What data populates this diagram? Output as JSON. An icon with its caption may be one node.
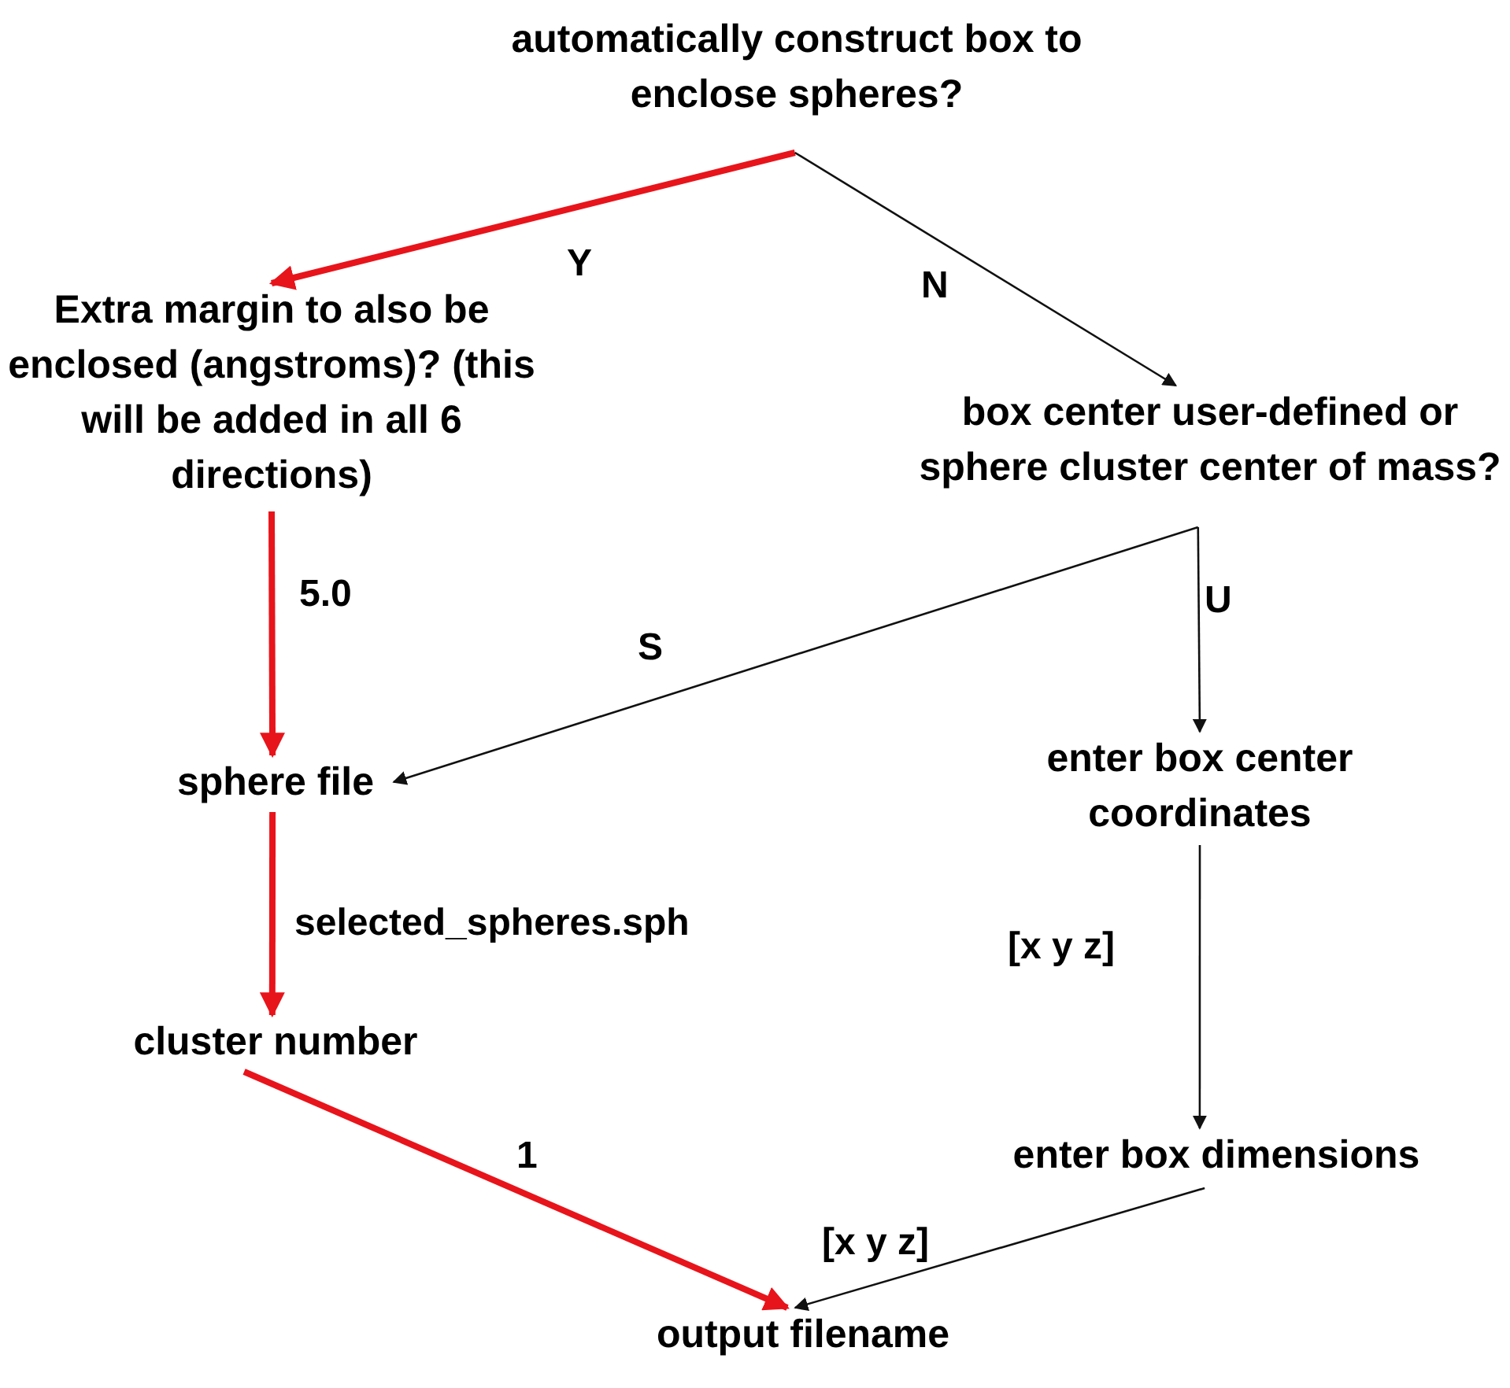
{
  "diagram": {
    "nodes": [
      {
        "text": [
          "automatically construct box to enclose spheres?"
        ]
      },
      {
        "text": [
          "Extra margin to also be enclosed (angstroms)? (this will be added in all 6 directions)"
        ]
      },
      {
        "text": [
          "box center user-defined or sphere cluster center of mass?"
        ]
      },
      {
        "text": [
          "sphere file"
        ]
      },
      {
        "text": [
          "enter box center coordinates"
        ]
      },
      {
        "text": [
          "cluster number"
        ]
      },
      {
        "text": [
          "enter box dimensions"
        ]
      },
      {
        "text": [
          "output filename"
        ]
      }
    ],
    "edges": [
      {
        "from": 0,
        "to": 1,
        "arrow": "to",
        "label": "Y",
        "style": "thick",
        "color": "#e8141b"
      },
      {
        "from": 0,
        "to": 2,
        "arrow": "to",
        "label": "N"
      },
      {
        "from": 1,
        "to": 3,
        "arrow": "to",
        "label": "5.0",
        "style": "thick",
        "color": "#e8141b"
      },
      {
        "from": 2,
        "to": 3,
        "arrow": "to",
        "label": "S"
      },
      {
        "from": 2,
        "to": 4,
        "arrow": "to",
        "label": "U"
      },
      {
        "from": 3,
        "to": 5,
        "arrow": "to",
        "label": "selected_spheres.sph",
        "style": "thick",
        "color": "#e8141b"
      },
      {
        "from": 4,
        "to": 6,
        "arrow": "to",
        "label": "[x y z]"
      },
      {
        "from": 5,
        "to": 7,
        "arrow": "to",
        "label": "1",
        "style": "thick",
        "color": "#e8141b"
      },
      {
        "from": 6,
        "to": 7,
        "arrow": "to",
        "label": "[x y z]"
      }
    ]
  }
}
